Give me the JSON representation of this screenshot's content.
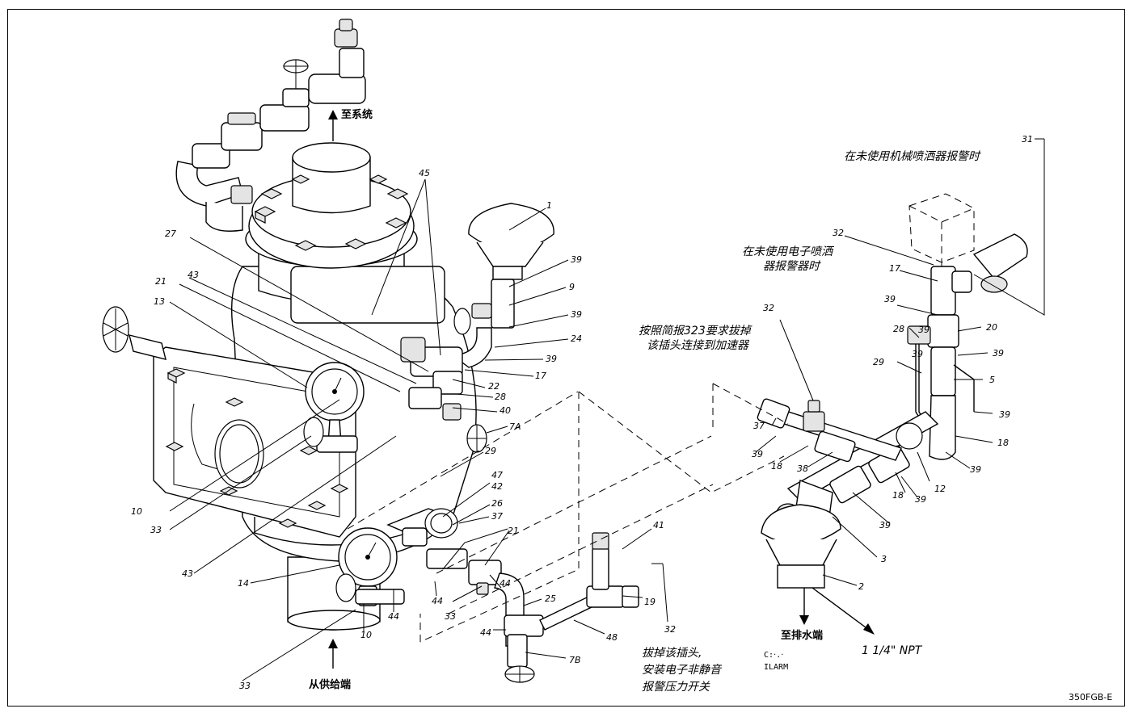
{
  "labels": {
    "to_system": "至系统",
    "from_supply": "从供给端",
    "to_drain": "至排水端",
    "npt": "1 1/4\" NPT",
    "no_mech_alarm": "在未使用机械喷洒器报警时",
    "no_elec_alarm_1": "在未使用电子喷洒",
    "no_elec_alarm_2": "器报警器时",
    "accel_1": "按照简报323要求拔掉",
    "accel_2": "该插头连接到加速器",
    "remove_plug_1": "拔掉该插头,",
    "remove_plug_2": "安装电子非静音",
    "remove_plug_3": "报警压力开关",
    "fragment_1": "Ϲ:‧.‧",
    "fragment_2": "ILARM",
    "drawing_id": "350FGB-E"
  },
  "callouts": {
    "n1": "1",
    "n2": "2",
    "n3": "3",
    "n5": "5",
    "n7a": "7A",
    "n7b": "7B",
    "n9": "9",
    "n10a": "10",
    "n10b": "10",
    "n12": "12",
    "n13": "13",
    "n14": "14",
    "n17a": "17",
    "n17b": "17",
    "n18a": "18",
    "n18b": "18",
    "n18c": "18",
    "n19": "19",
    "n20": "20",
    "n21a": "21",
    "n21b": "21",
    "n22": "22",
    "n24": "24",
    "n25": "25",
    "n26": "26",
    "n27": "27",
    "n28a": "28",
    "n28b": "28",
    "n29a": "29",
    "n29b": "29",
    "n31": "31",
    "n32a": "32",
    "n32b": "32",
    "n32c": "32",
    "n33a": "33",
    "n33b": "33",
    "n33c": "33",
    "n37a": "37",
    "n37b": "37",
    "n38": "38",
    "n39a": "39",
    "n39b": "39",
    "n39c": "39",
    "n39d": "39",
    "n39e": "39",
    "n39f": "39",
    "n39g": "39",
    "n39h": "39",
    "n39i": "39",
    "n39j": "39",
    "n39k": "39",
    "n39l": "39",
    "n40": "40",
    "n41": "41",
    "n42": "42",
    "n43a": "43",
    "n43b": "43",
    "n44a": "44",
    "n44b": "44",
    "n44c": "44",
    "n44d": "44",
    "n45": "45",
    "n47": "47",
    "n48": "48"
  }
}
